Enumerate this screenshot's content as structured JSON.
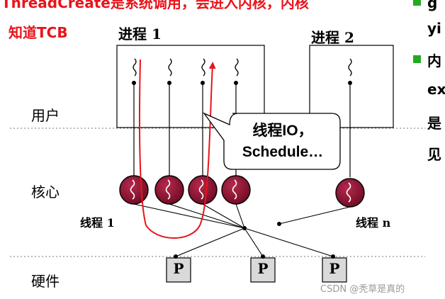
{
  "header": {
    "line1": "ThreadCreate是系统调用，会进入内核，内核",
    "line2": "知道TCB"
  },
  "process_labels": {
    "process1": "进程 1",
    "process2": "进程 2"
  },
  "layers": {
    "user": "用户",
    "kernel": "核心",
    "hardware": "硬件"
  },
  "thread_labels": {
    "thread1": "线程 1",
    "threadn": "线程 n"
  },
  "processor_label": "P",
  "callout": {
    "line1": "线程IO，",
    "line2": "Schedule…"
  },
  "right_column": {
    "line1": "g",
    "line2": "yi",
    "line3": "内",
    "line4": "ex",
    "line5": "是",
    "line6": "见"
  },
  "watermark": "CSDN @秃草是真的",
  "colors": {
    "accent_red": "#e8141b",
    "kernel_thread_fill": "#8b0f2e",
    "bullet_green": "#22aa22",
    "processor_fill": "#d9d9d9"
  }
}
